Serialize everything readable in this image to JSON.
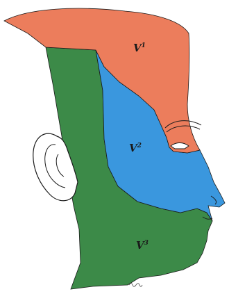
{
  "diagram": {
    "regions": [
      {
        "id": "v1",
        "base": "V",
        "sup": "1",
        "color": "#ec7d5c"
      },
      {
        "id": "v2",
        "base": "V",
        "sup": "2",
        "color": "#3a97de"
      },
      {
        "id": "v3",
        "base": "V",
        "sup": "3",
        "color": "#3c8a48"
      }
    ],
    "outline_color": "#1a1a1a",
    "background": "#ffffff"
  }
}
